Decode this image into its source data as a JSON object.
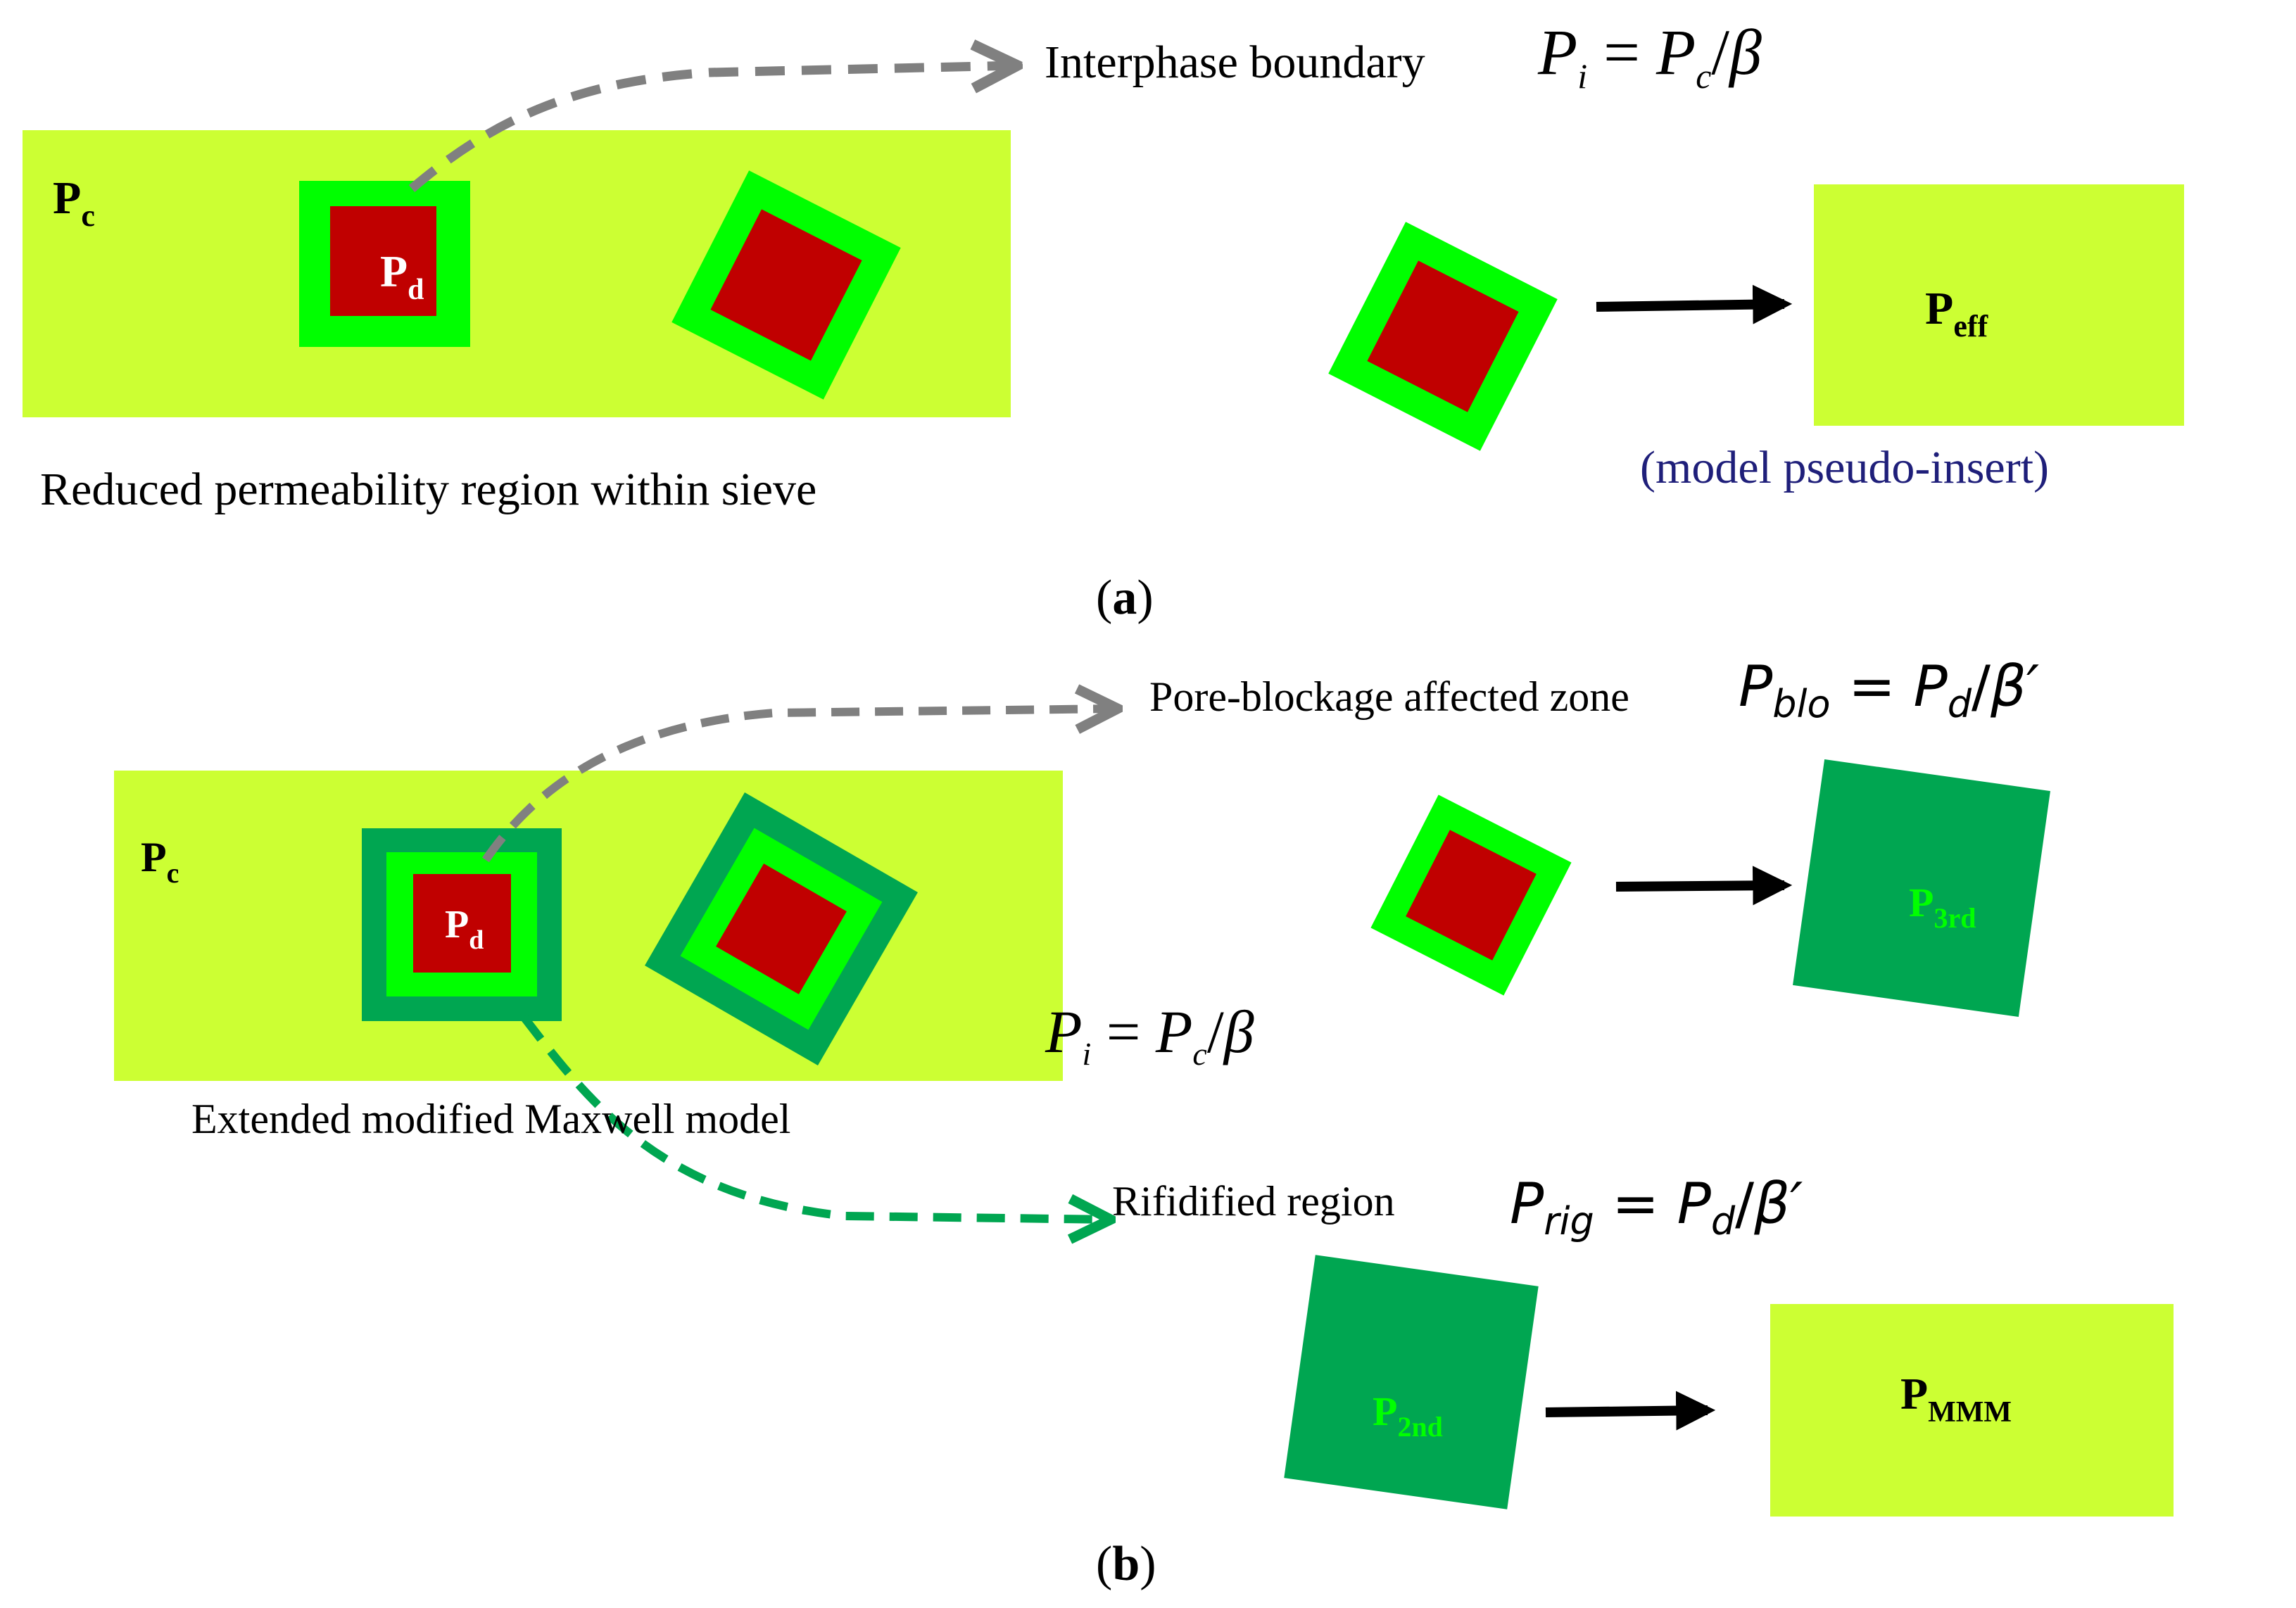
{
  "colors": {
    "matrix": "#ccff33",
    "interphase": "#00ff00",
    "rigidified": "#00a651",
    "sieve": "#c00000",
    "gray_arrow": "#808080",
    "green_arrow": "#00a651",
    "black_arrow": "#000000",
    "blue_text": "#1f1f7a"
  },
  "panel_a": {
    "matrix_label": {
      "main": "P",
      "sub": "c"
    },
    "sieve_label": {
      "main": "P",
      "sub": "d"
    },
    "interphase_caption": "Interphase boundary",
    "interphase_eq": {
      "p1": "P",
      "s1": "i",
      "eq": " = ",
      "p2": "P",
      "s2": "c",
      "div": "/",
      "beta": "β"
    },
    "caption": "Reduced permeability region within sieve",
    "result_label": {
      "main": "P",
      "sub": "eff"
    },
    "result_caption": "(model pseudo-insert)",
    "panel_label": {
      "open": "(",
      "letter": "a",
      "close": ")"
    }
  },
  "panel_b": {
    "matrix_label": {
      "main": "P",
      "sub": "c"
    },
    "sieve_label": {
      "main": "P",
      "sub": "d"
    },
    "blockage_caption": "Pore-blockage affected zone",
    "blockage_eq": {
      "p1": "P",
      "s1": "blo",
      "eq": " = ",
      "p2": "P",
      "s2": "d",
      "div": "/",
      "beta": "β′"
    },
    "interphase_eq": {
      "p1": "P",
      "s1": "i",
      "eq": " = ",
      "p2": "P",
      "s2": "c",
      "div": "/",
      "beta": "β"
    },
    "caption": "Extended modified Maxwell model",
    "rigid_caption": "Rifidified region",
    "rigid_eq": {
      "p1": "P",
      "s1": "rig",
      "eq": " = ",
      "p2": "P",
      "s2": "d",
      "div": "/",
      "beta": "β′"
    },
    "third_label": {
      "main": "P",
      "sub": "3rd"
    },
    "second_label": {
      "main": "P",
      "sub": "2nd"
    },
    "mmm_label": {
      "main": "P",
      "sub": "MMM"
    },
    "panel_label": {
      "open": "(",
      "letter": "b",
      "close": ")"
    }
  }
}
